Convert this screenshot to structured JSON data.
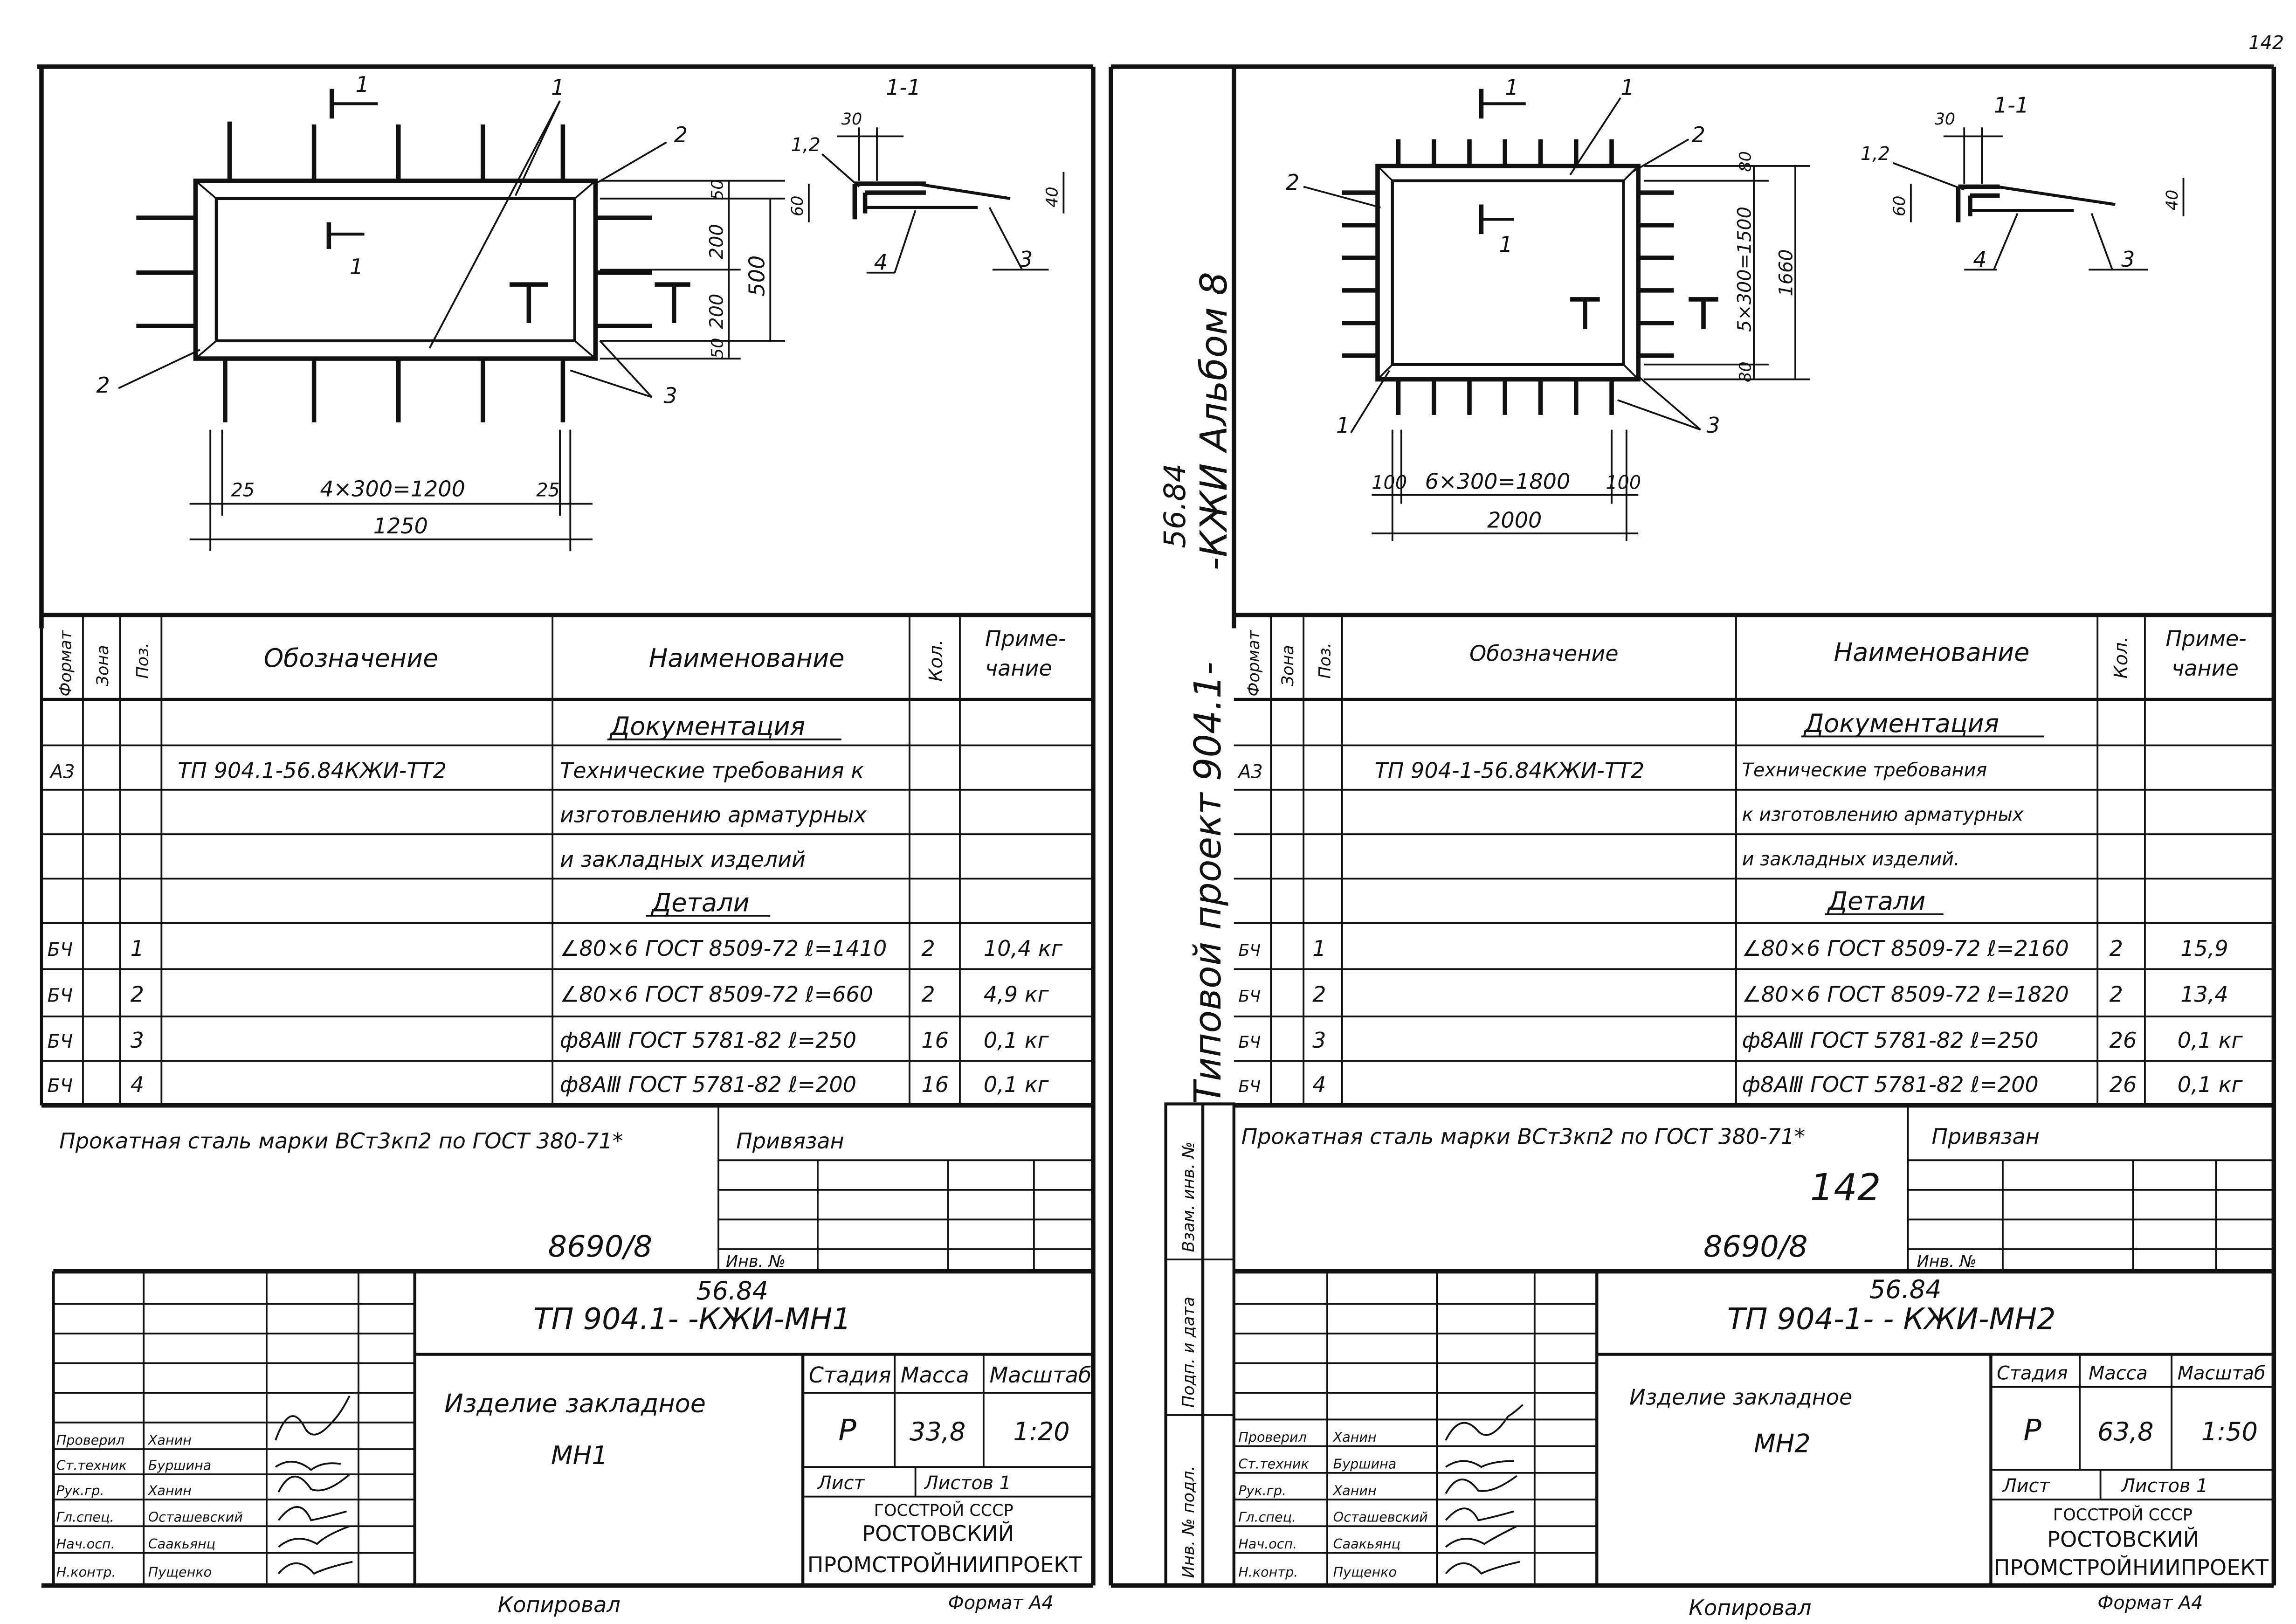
{
  "page_number": "142",
  "album_stamp": {
    "line1": "56.84",
    "line2": "-КЖИ Альбом 8",
    "project": "Типовой проект 904.1-"
  },
  "side_stamp": {
    "cells": [
      "Взам. инв. №",
      "Подп. и дата",
      "Инв. № подл."
    ]
  },
  "sheets": [
    {
      "drawing": {
        "section_label": "1-1",
        "section_mark": "1",
        "callouts": [
          "1",
          "2",
          "2",
          "3",
          "4",
          "3",
          "1,2"
        ],
        "dims": {
          "top_d30": "30",
          "left_d60": "60",
          "right_d40": "40",
          "v50a": "50",
          "v200a": "200",
          "v200b": "200",
          "v50b": "50",
          "v500": "500",
          "h25a": "25",
          "h_spacing": "4×300=1200",
          "h25b": "25",
          "h_total": "1250"
        }
      },
      "table": {
        "headers": [
          "Формат",
          "Зона",
          "Поз.",
          "Обозначение",
          "Наименование",
          "Кол.",
          "Приме-",
          "чание"
        ],
        "section_docs": "Документация",
        "doc_format": "А3",
        "doc_designation": "ТП 904.1-56.84КЖИ-ТТ2",
        "doc_name_lines": [
          "Технические требования к",
          "изготовлению арматурных",
          "и закладных изделий"
        ],
        "section_parts": "Детали",
        "rows": [
          {
            "format": "БЧ",
            "pos": "1",
            "name": "∠80×6 ГОСТ 8509-72 ℓ=1410",
            "qty": "2",
            "note": "10,4 кг"
          },
          {
            "format": "БЧ",
            "pos": "2",
            "name": "∠80×6 ГОСТ 8509-72 ℓ=660",
            "qty": "2",
            "note": "4,9 кг"
          },
          {
            "format": "БЧ",
            "pos": "3",
            "name": "ф8АⅢ ГОСТ 5781-82 ℓ=250",
            "qty": "16",
            "note": "0,1 кг"
          },
          {
            "format": "БЧ",
            "pos": "4",
            "name": "ф8АⅢ ГОСТ 5781-82 ℓ=200",
            "qty": "16",
            "note": "0,1 кг"
          }
        ]
      },
      "note": "Прокатная сталь марки ВСт3кп2 по ГОСТ 380-71*",
      "privyazan": "Привязан",
      "sheet_no": "",
      "inv_handwritten": "8690/8",
      "inv_label": "Инв. №",
      "title_block": {
        "code_super": "56.84",
        "code": "ТП 904.1-        -КЖИ-МН1",
        "item_title": "Изделие закладное",
        "item_code": "МН1",
        "stage_h": "Стадия",
        "mass_h": "Масса",
        "scale_h": "Масштаб",
        "stage": "Р",
        "mass": "33,8",
        "scale": "1:20",
        "list": "Лист",
        "lists": "Листов 1",
        "org1": "ГОССТРОЙ СССР",
        "org2": "РОСТОВСКИЙ",
        "org3": "ПРОМСТРОЙНИИПРОЕКТ",
        "roles": [
          "Проверил",
          "Ст.техник",
          "Рук.гр.",
          "Гл.спец.",
          "Нач.осп.",
          "Н.контр."
        ],
        "names": [
          "Ханин",
          "Буршина",
          "Ханин",
          "Осташевский",
          "Саакьянц",
          "Пущенко"
        ]
      },
      "footer_left": "Копировал",
      "footer_right": "Формат А4"
    },
    {
      "drawing": {
        "section_label": "1-1",
        "section_mark": "1",
        "callouts": [
          "1",
          "2",
          "2",
          "1",
          "3",
          "4",
          "3",
          "1,2"
        ],
        "dims": {
          "top_d30": "30",
          "left_d60": "60",
          "right_d40": "40",
          "v80a": "80",
          "v_spacing": "5×300=1500",
          "v80b": "80",
          "v1660": "1660",
          "h100a": "100",
          "h_spacing": "6×300=1800",
          "h100b": "100",
          "h_total": "2000"
        }
      },
      "table": {
        "headers": [
          "Формат",
          "Зона",
          "Поз.",
          "Обозначение",
          "Наименование",
          "Кол.",
          "Приме-",
          "чание"
        ],
        "section_docs": "Документация",
        "doc_format": "А3",
        "doc_designation": "ТП 904-1-56.84КЖИ-ТТ2",
        "doc_name_lines": [
          "Технические требования",
          "к изготовлению арматурных",
          "и закладных изделий."
        ],
        "section_parts": "Детали",
        "rows": [
          {
            "format": "БЧ",
            "pos": "1",
            "name": "∠80×6 ГОСТ 8509-72 ℓ=2160",
            "qty": "2",
            "note": "15,9"
          },
          {
            "format": "БЧ",
            "pos": "2",
            "name": "∠80×6 ГОСТ 8509-72 ℓ=1820",
            "qty": "2",
            "note": "13,4"
          },
          {
            "format": "БЧ",
            "pos": "3",
            "name": "ф8АⅢ ГОСТ 5781-82 ℓ=250",
            "qty": "26",
            "note": "0,1 кг"
          },
          {
            "format": "БЧ",
            "pos": "4",
            "name": "ф8АⅢ ГОСТ 5781-82 ℓ=200",
            "qty": "26",
            "note": "0,1 кг"
          }
        ]
      },
      "note": "Прокатная сталь марки ВСт3кп2 по ГОСТ 380-71*",
      "privyazan": "Привязан",
      "sheet_no": "142",
      "inv_handwritten": "8690/8",
      "inv_label": "Инв. №",
      "title_block": {
        "code_super": "56.84",
        "code": "ТП 904-1-        - КЖИ-МН2",
        "item_title": "Изделие закладное",
        "item_code": "МН2",
        "stage_h": "Стадия",
        "mass_h": "Масса",
        "scale_h": "Масштаб",
        "stage": "Р",
        "mass": "63,8",
        "scale": "1:50",
        "list": "Лист",
        "lists": "Листов 1",
        "org1": "ГОССТРОЙ СССР",
        "org2": "РОСТОВСКИЙ",
        "org3": "ПРОМСТРОЙНИИПРОЕКТ",
        "roles": [
          "Проверил",
          "Ст.техник",
          "Рук.гр.",
          "Гл.спец.",
          "Нач.осп.",
          "Н.контр."
        ],
        "names": [
          "Ханин",
          "Буршина",
          "Ханин",
          "Осташевский",
          "Саакьянц",
          "Пущенко"
        ]
      },
      "footer_left": "Копировал",
      "footer_right": "Формат А4"
    }
  ]
}
